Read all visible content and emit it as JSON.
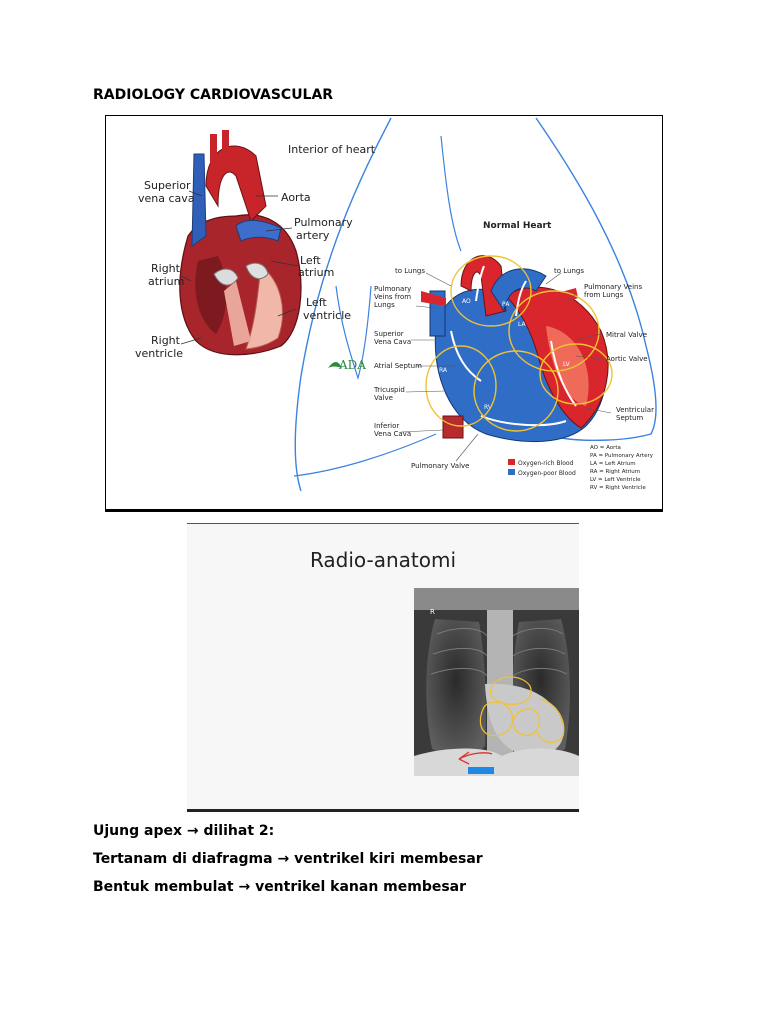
{
  "page": {
    "heading": "RADIOLOGY CARDIOVASCULAR",
    "lines": [
      {
        "before": "Ujung apex",
        "arrow": "→",
        "after": "dilihat 2:"
      },
      {
        "before": "Tertanam di diafragma",
        "arrow": "→",
        "after": "ventrikel kiri membesar"
      },
      {
        "before": "Bentuk membulat",
        "arrow": "→",
        "after": "ventrikel kanan membesar"
      }
    ]
  },
  "figure1": {
    "caption": "Interior of heart",
    "left_labels": {
      "svc": [
        "Superior",
        "vena cava"
      ],
      "aorta": "Aorta",
      "pa": [
        "Pulmonary",
        "artery"
      ],
      "la": [
        "Left",
        "atrium"
      ],
      "ra": [
        "Right",
        "atrium"
      ],
      "lv": [
        "Left",
        "ventricle"
      ],
      "rv": [
        "Right",
        "ventricle"
      ]
    },
    "logo": "ADA",
    "right_title": "Normal Heart",
    "right_labels": {
      "to_lungs_left": "to Lungs",
      "to_lungs_right": "to Lungs",
      "pulm_veins_left": [
        "Pulmonary",
        "Veins from",
        "Lungs"
      ],
      "pulm_veins_right": [
        "Pulmonary Veins",
        "from Lungs"
      ],
      "svc": [
        "Superior",
        "Vena Cava"
      ],
      "mitral": "Mitral Valve",
      "atrial_septum": "Atrial Septum",
      "aortic": "Aortic Valve",
      "tricuspid": [
        "Tricuspid",
        "Valve"
      ],
      "ventricular_septum": [
        "Ventricular",
        "Septum"
      ],
      "ivc": [
        "Inferior",
        "Vena Cava"
      ],
      "pulm_valve": "Pulmonary Valve"
    },
    "chamber_labels": [
      "AO",
      "PA",
      "LA",
      "RA",
      "LV",
      "RV"
    ],
    "legend": [
      {
        "label": "Oxygen-rich Blood",
        "color": "#d8262c"
      },
      {
        "label": "Oxygen-poor Blood",
        "color": "#2f6dc6"
      }
    ],
    "abbreviations": [
      "AO = Aorta",
      "PA = Pulmonary Artery",
      "LA = Left Atrium",
      "RA = Right Atrium",
      "LV = Left Ventricle",
      "RV = Right Ventricle"
    ]
  },
  "figure2": {
    "title": "Radio-anatomi",
    "xray_marker": "R"
  },
  "colors": {
    "oxygen_rich": "#d8262c",
    "oxygen_poor": "#2f6dc6",
    "annotation_blue": "#3b83e0",
    "annotation_yellow": "#f1c232",
    "annotation_red": "#e0302a"
  }
}
